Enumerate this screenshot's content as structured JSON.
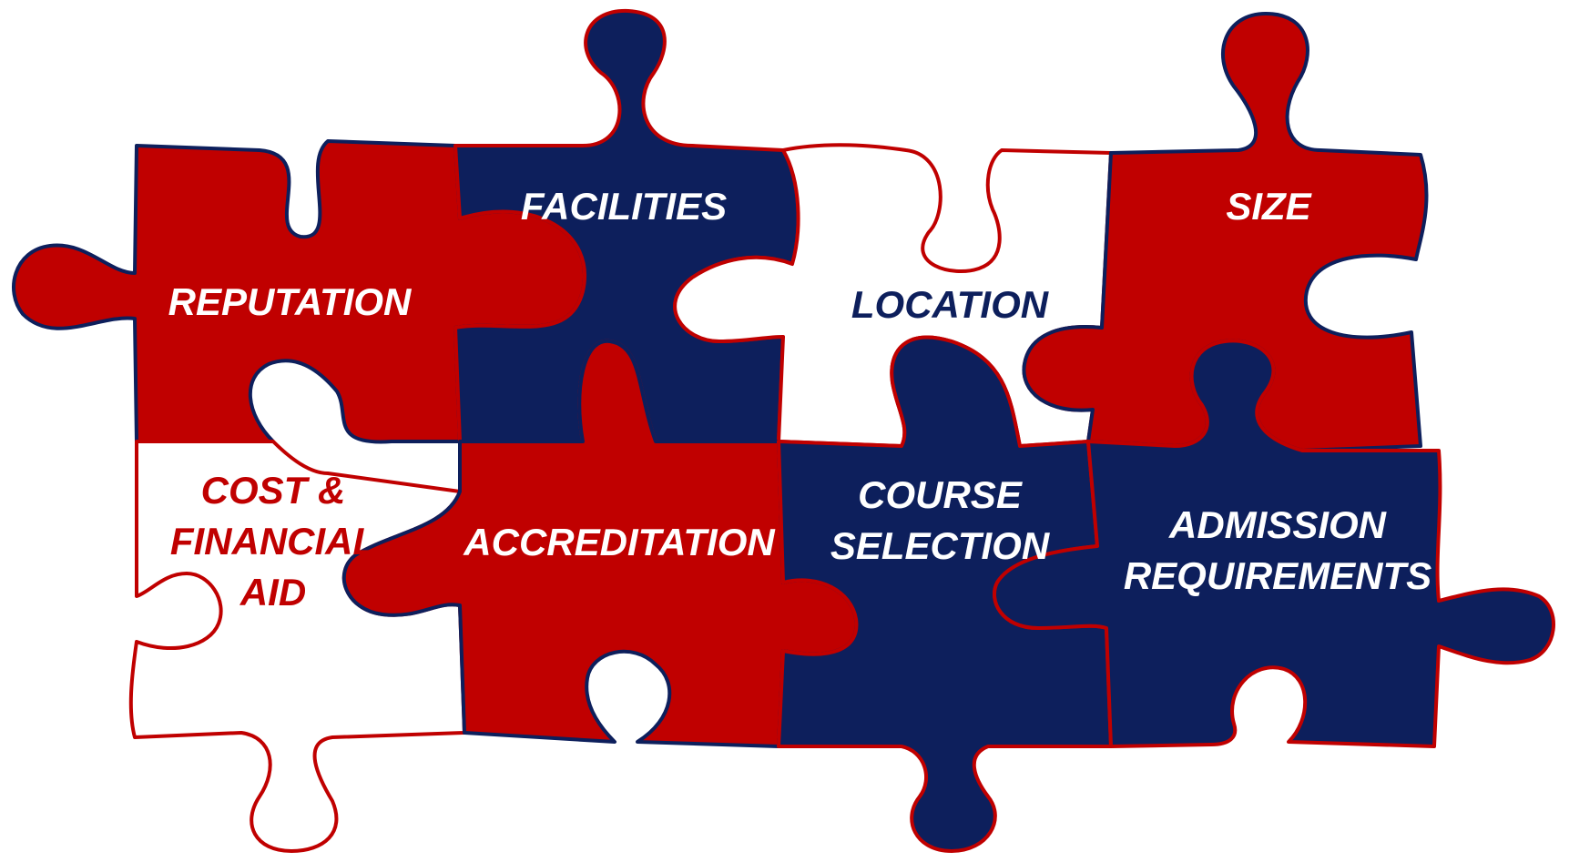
{
  "colors": {
    "red": "#c00000",
    "navy": "#0d1f5c",
    "white": "#ffffff"
  },
  "pieces": {
    "reputation": {
      "label_lines": [
        "REPUTATION"
      ],
      "fill": "red"
    },
    "facilities": {
      "label_lines": [
        "FACILITIES"
      ],
      "fill": "navy"
    },
    "location": {
      "label_lines": [
        "LOCATION"
      ],
      "fill": "white"
    },
    "size": {
      "label_lines": [
        "SIZE"
      ],
      "fill": "red"
    },
    "cost": {
      "label_lines": [
        "COST &",
        "FINANCIAL",
        "AID"
      ],
      "fill": "white"
    },
    "accreditation": {
      "label_lines": [
        "ACCREDITATION"
      ],
      "fill": "red"
    },
    "course": {
      "label_lines": [
        "COURSE",
        "SELECTION"
      ],
      "fill": "navy"
    },
    "admission": {
      "label_lines": [
        "ADMISSION",
        "REQUIREMENTS"
      ],
      "fill": "navy"
    }
  }
}
